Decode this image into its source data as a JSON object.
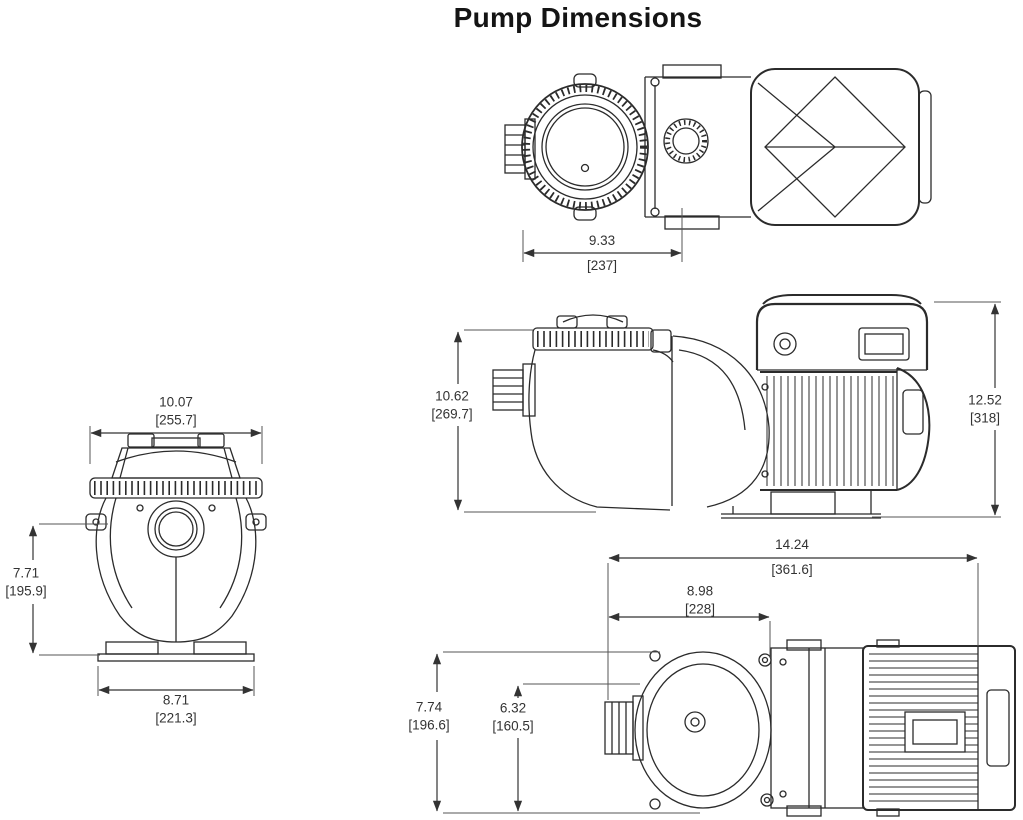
{
  "title": "Pump Dimensions",
  "dimensions": {
    "top_width": {
      "inches": "9.33",
      "mm": "[237]"
    },
    "pot_height": {
      "inches": "10.62",
      "mm": "[269.7]"
    },
    "overall_height": {
      "inches": "12.52",
      "mm": "[318]"
    },
    "front_top_width": {
      "inches": "10.07",
      "mm": "[255.7]"
    },
    "front_height": {
      "inches": "7.71",
      "mm": "[195.9]"
    },
    "front_base_width": {
      "inches": "8.71",
      "mm": "[221.3]"
    },
    "overall_length": {
      "inches": "14.24",
      "mm": "[361.6]"
    },
    "partial_length": {
      "inches": "8.98",
      "mm": "[228]"
    },
    "overall_depth": {
      "inches": "7.74",
      "mm": "[196.6]"
    },
    "partial_depth": {
      "inches": "6.32",
      "mm": "[160.5]"
    }
  }
}
